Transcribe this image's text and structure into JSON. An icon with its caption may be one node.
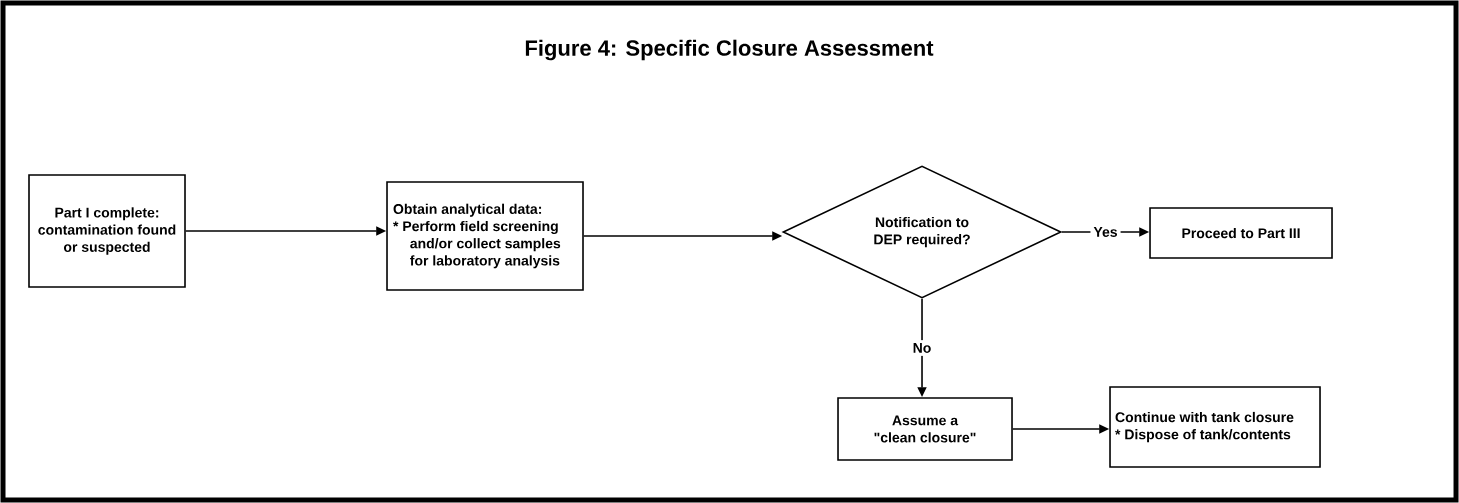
{
  "diagram": {
    "title": "Figure 4:  Specific Closure Assessment",
    "nodes": [
      {
        "text": [
          "Part I complete: contamination found or suspected"
        ]
      },
      {
        "text": [
          "Obtain analytical data:",
          "* Perform field screening and/or collect samples for laboratory analysis"
        ]
      },
      {
        "text": [
          "Notification to DEP required?"
        ]
      },
      {
        "text": [
          "Proceed to Part III"
        ]
      },
      {
        "text": [
          "Assume a \"clean closure\""
        ]
      },
      {
        "text": [
          "Continue with tank closure",
          "* Dispose of tank/contents"
        ]
      }
    ],
    "edges": [
      {
        "from": 0,
        "to": 1,
        "arrow": "to"
      },
      {
        "from": 1,
        "to": 2,
        "arrow": "to"
      },
      {
        "from": 2,
        "to": 3,
        "arrow": "to",
        "label": "Yes"
      },
      {
        "from": 2,
        "to": 4,
        "arrow": "to",
        "label": "No"
      },
      {
        "from": 4,
        "to": 5,
        "arrow": "to"
      }
    ]
  }
}
